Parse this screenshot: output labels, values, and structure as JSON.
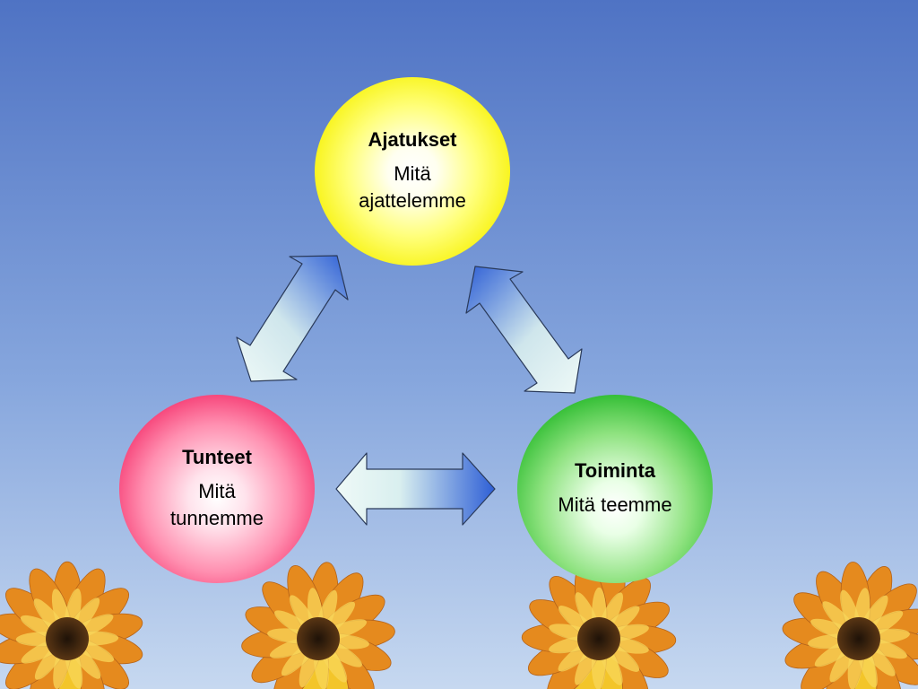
{
  "nodes": {
    "thoughts": {
      "title": "Ajatukset",
      "subtitle_lines": [
        "Mitä",
        "ajattelemme"
      ]
    },
    "feelings": {
      "title": "Tunteet",
      "subtitle_lines": [
        "Mitä",
        "tunnemme"
      ]
    },
    "action": {
      "title": "Toiminta",
      "subtitle_lines": [
        "Mitä teemme"
      ]
    }
  },
  "colors": {
    "sky_top": "#4f73c4",
    "sky_bottom": "#c6d8f0",
    "thoughts_circle": "#f7f20a",
    "feelings_circle": "#f42f6a",
    "action_circle": "#26b92a",
    "arrow_dark": "#2e5fd6",
    "arrow_light": "#e6f6f4",
    "petal_orange": "#e58a1e",
    "petal_yellow": "#f3c52a",
    "flower_center": "#3a2410"
  },
  "decoration": "sunflower-row"
}
